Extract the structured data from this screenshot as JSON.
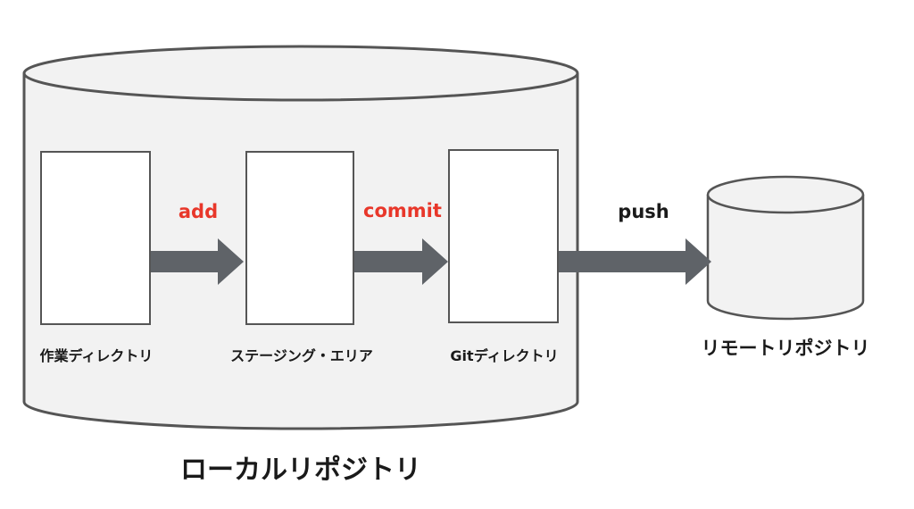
{
  "local_repository": {
    "label": "ローカルリポジトリ",
    "areas": [
      {
        "id": "working",
        "label": "作業ディレクトリ"
      },
      {
        "id": "staging",
        "label": "ステージング・エリア"
      },
      {
        "id": "git",
        "label": "Gitディレクトリ"
      }
    ]
  },
  "remote_repository": {
    "label": "リモートリポジトリ"
  },
  "commands": {
    "add": "add",
    "commit": "commit",
    "push": "push"
  },
  "colors": {
    "cylinder_fill": "#f2f2f2",
    "cylinder_stroke": "#555555",
    "box_fill": "#ffffff",
    "arrow": "#5f6368",
    "command_highlight": "#e8372a",
    "text": "#1a1a1a"
  }
}
